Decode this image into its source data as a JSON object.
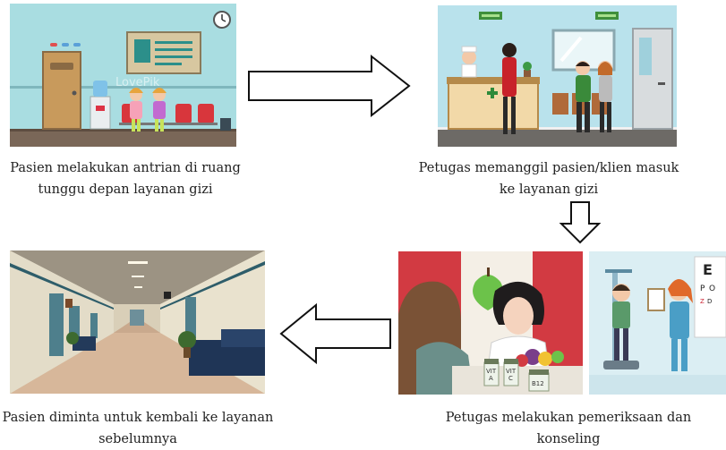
{
  "steps": [
    {
      "caption_lines": [
        "Pasien melakukan antrian di ruang",
        "tunggu depan layanan gizi"
      ]
    },
    {
      "caption_lines": [
        "Petugas memanggil pasien/klien masuk",
        "ke layanan gizi"
      ]
    },
    {
      "caption_lines": [
        "Petugas melakukan pemeriksaan dan",
        "konseling"
      ]
    },
    {
      "caption_lines": [
        "Pasien diminta untuk kembali ke layanan",
        "sebelumnya"
      ]
    }
  ],
  "image_texts": {
    "watermark": "LovePik",
    "vitamin_labels": [
      "VIT A",
      "VIT C",
      "B12"
    ],
    "eye_chart_letters": [
      "E",
      "P",
      "O",
      "Z",
      "D"
    ]
  },
  "colors": {
    "waiting_wall": "#a9dde1",
    "reception_wall": "#b9e2ec",
    "hallway_wall": "#d9cfb8",
    "arrow_stroke": "#111111",
    "caption_text": "#222222"
  }
}
